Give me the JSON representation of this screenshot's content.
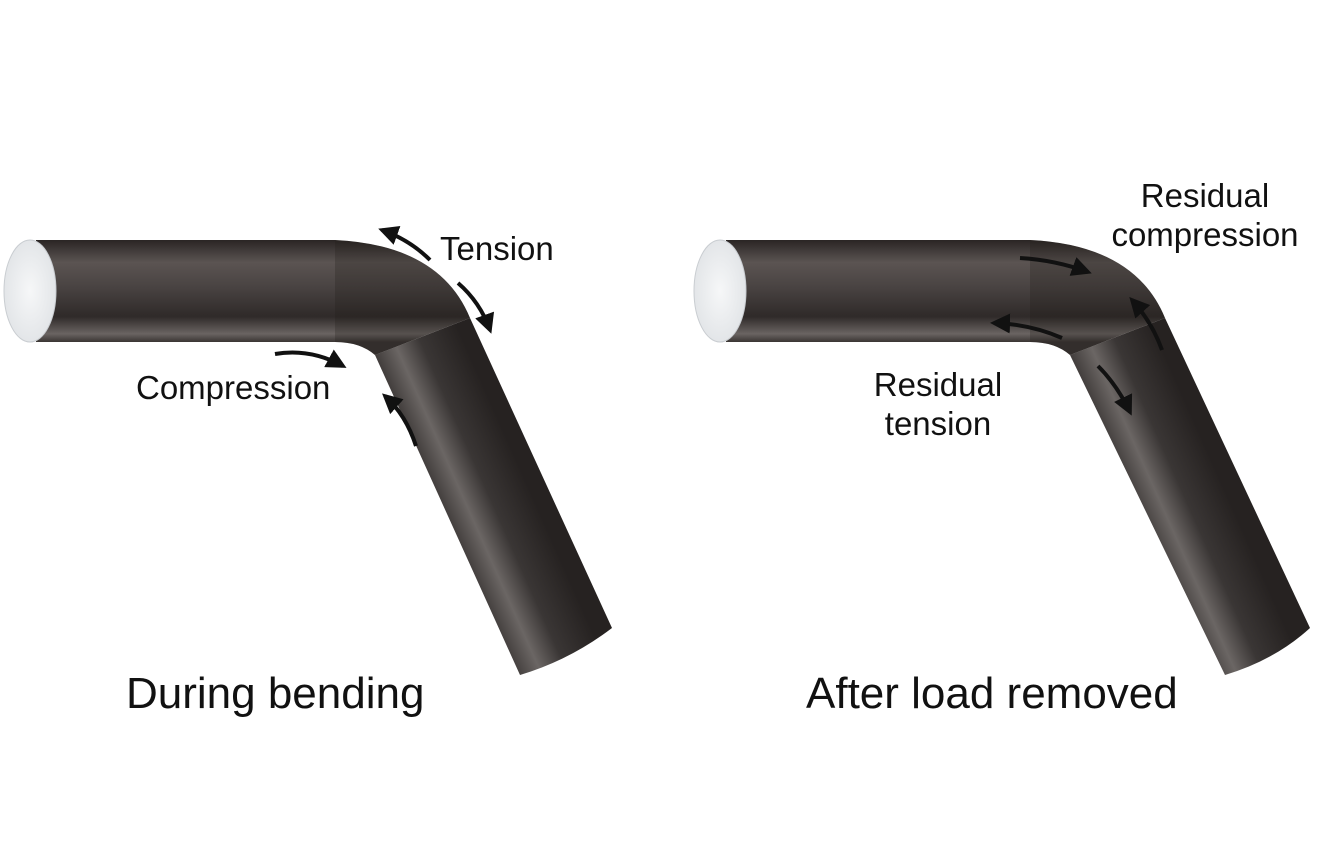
{
  "panels": [
    {
      "caption": "During bending",
      "labels": {
        "tension": "Tension",
        "compression": "Compression"
      }
    },
    {
      "caption": "After load removed",
      "labels": {
        "residual_compression": "Residual\ncompression",
        "residual_tension": "Residual\ntension"
      }
    }
  ],
  "colors": {
    "tube_dark": "#2b2726",
    "tube_mid": "#6b6563",
    "tube_end": "#eef0f2",
    "arrow": "#111111"
  }
}
